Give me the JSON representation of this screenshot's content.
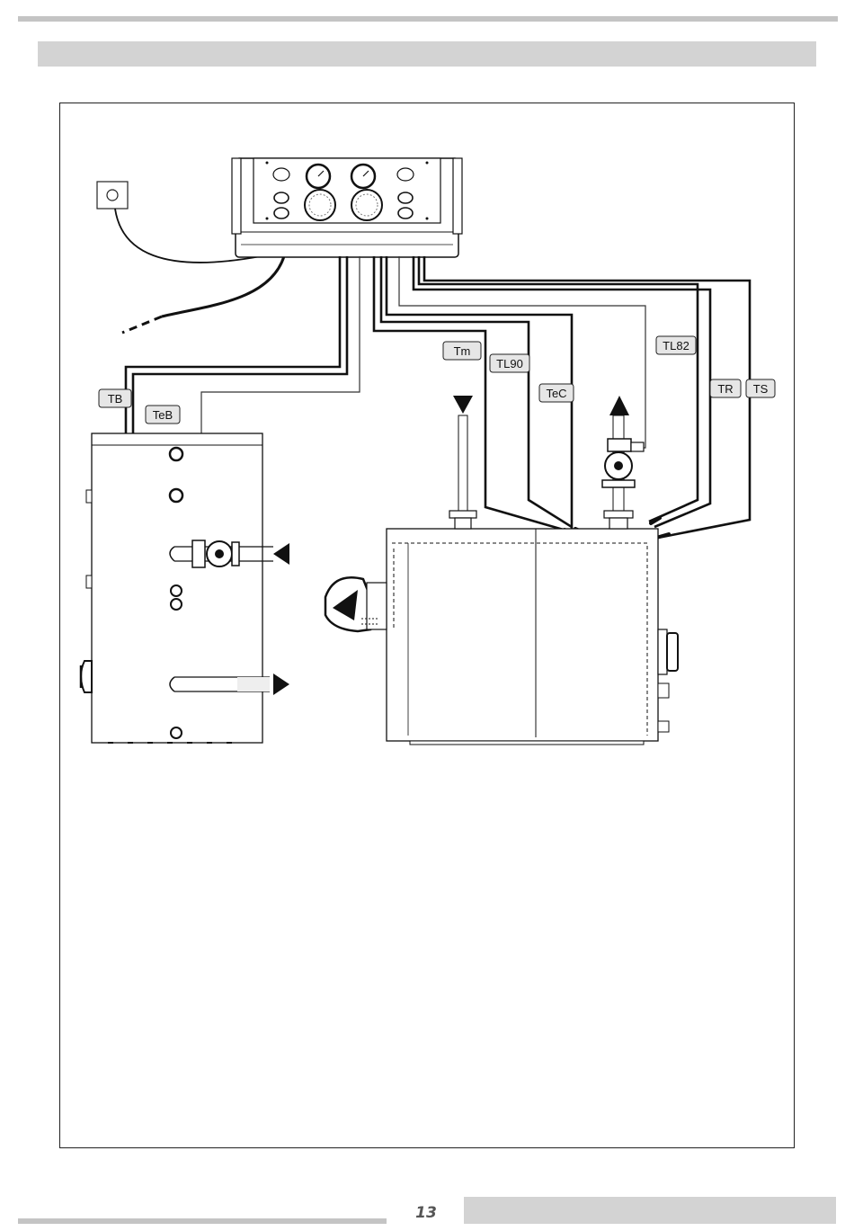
{
  "page": {
    "number": "13"
  },
  "diagram": {
    "labels": {
      "tb": "TB",
      "teb": "TeB",
      "tm": "Tm",
      "tl90": "TL90",
      "tec": "TeC",
      "tl82": "TL82",
      "tr": "TR",
      "ts": "TS"
    },
    "icons": [
      "power-socket-icon",
      "control-panel-icon",
      "dhw-cylinder-icon",
      "boiler-icon",
      "burner-icon",
      "circulation-pump-icon",
      "flow-arrow-icon"
    ]
  }
}
